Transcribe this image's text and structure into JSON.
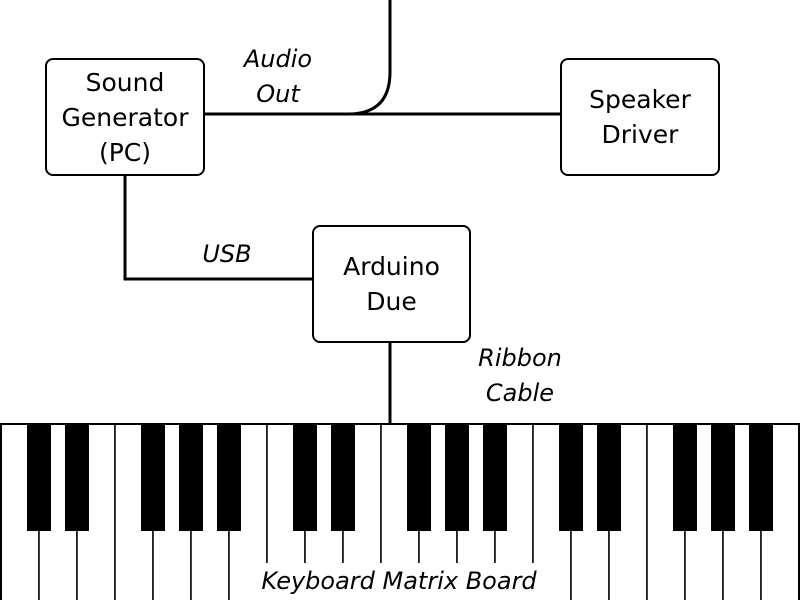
{
  "boxes": {
    "sound_generator": "Sound\nGenerator\n(PC)",
    "speaker_driver": "Speaker\nDriver",
    "arduino_due": "Arduino\nDue"
  },
  "connections": {
    "audio_out": "Audio\nOut",
    "usb": "USB",
    "ribbon_cable": "Ribbon\nCable"
  },
  "keyboard": {
    "label": "Keyboard Matrix Board",
    "white_key_count": 21,
    "octave_pattern": [
      "C#",
      "D#",
      "F#",
      "G#",
      "A#"
    ]
  },
  "colors": {
    "line": "#000000",
    "background": "#ffffff",
    "black_key": "#000000",
    "white_key": "#ffffff"
  }
}
